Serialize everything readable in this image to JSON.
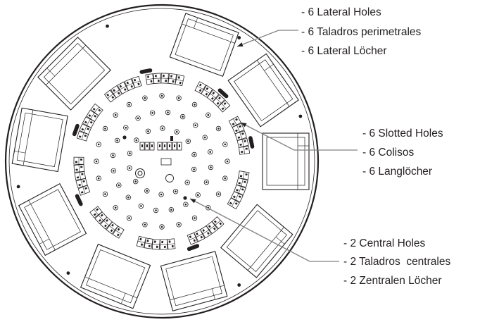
{
  "callouts": {
    "lateral_holes": {
      "lines": [
        "- 6 Lateral Holes",
        "- 6 Taladros perimetrales",
        "- 6 Lateral Löcher"
      ]
    },
    "slotted_holes": {
      "lines": [
        "- 6 Slotted Holes",
        "- 6 Colisos",
        "- 6 Langlöcher"
      ]
    },
    "central_holes": {
      "lines": [
        "- 2 Central Holes",
        "- 2 Taladros  centrales",
        "- 2 Zentralen Löcher"
      ]
    }
  },
  "colors": {
    "ink": "#231f20",
    "leader": "#808080",
    "background": "#ffffff"
  },
  "hole_counts": {
    "lateral": 6,
    "slotted": 6,
    "central": 2,
    "transformer_boxes": 9
  }
}
